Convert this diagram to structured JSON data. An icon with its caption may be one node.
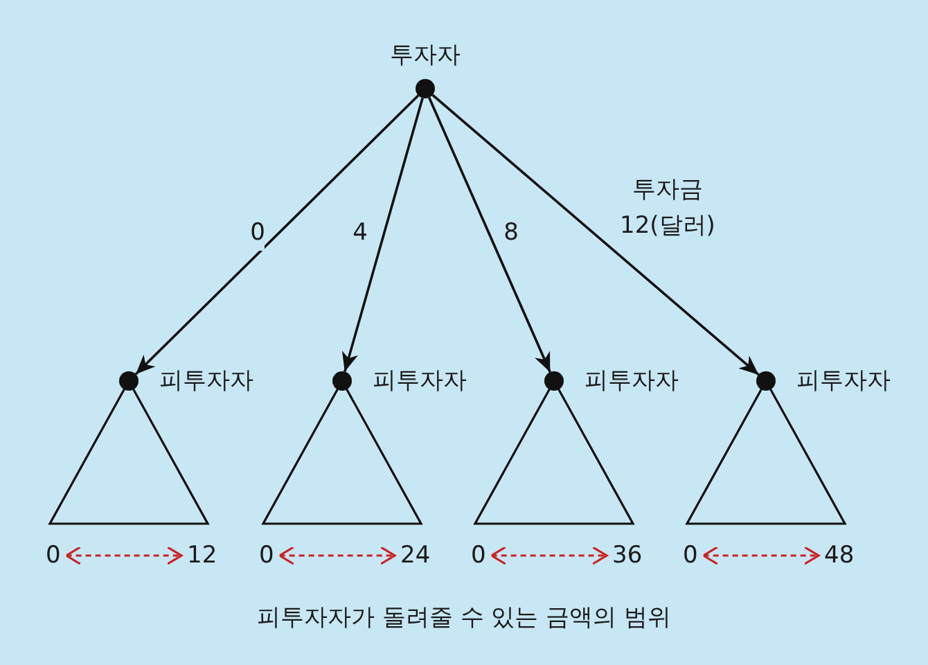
{
  "diagram": {
    "caption": "피투자자가 돌려줄 수 있는 금액의 범위",
    "nodes": [
      {
        "text": [
          "투자자"
        ]
      },
      {
        "text": [
          "피투자자"
        ]
      },
      {
        "text": [
          "피투자자"
        ]
      },
      {
        "text": [
          "피투자자"
        ]
      },
      {
        "text": [
          "피투자자"
        ]
      },
      {
        "text": [
          "0"
        ]
      },
      {
        "text": [
          "12"
        ]
      },
      {
        "text": [
          "0"
        ]
      },
      {
        "text": [
          "24"
        ]
      },
      {
        "text": [
          "0"
        ]
      },
      {
        "text": [
          "36"
        ]
      },
      {
        "text": [
          "0"
        ]
      },
      {
        "text": [
          "48"
        ]
      }
    ],
    "edges": [
      {
        "from": 0,
        "to": 1,
        "arrow": "to",
        "label": "0"
      },
      {
        "from": 0,
        "to": 2,
        "arrow": "to",
        "label": "4"
      },
      {
        "from": 0,
        "to": 3,
        "arrow": "to",
        "label": "8"
      },
      {
        "from": 0,
        "to": 4,
        "arrow": "to",
        "label": "투자금 12(달러)"
      },
      {
        "from": 5,
        "to": 6,
        "arrow": "both",
        "style": "dashed",
        "color": "#cc2020"
      },
      {
        "from": 7,
        "to": 8,
        "arrow": "both",
        "style": "dashed",
        "color": "#cc2020"
      },
      {
        "from": 9,
        "to": 10,
        "arrow": "both",
        "style": "dashed",
        "color": "#cc2020"
      },
      {
        "from": 11,
        "to": 12,
        "arrow": "both",
        "style": "dashed",
        "color": "#cc2020"
      }
    ]
  }
}
